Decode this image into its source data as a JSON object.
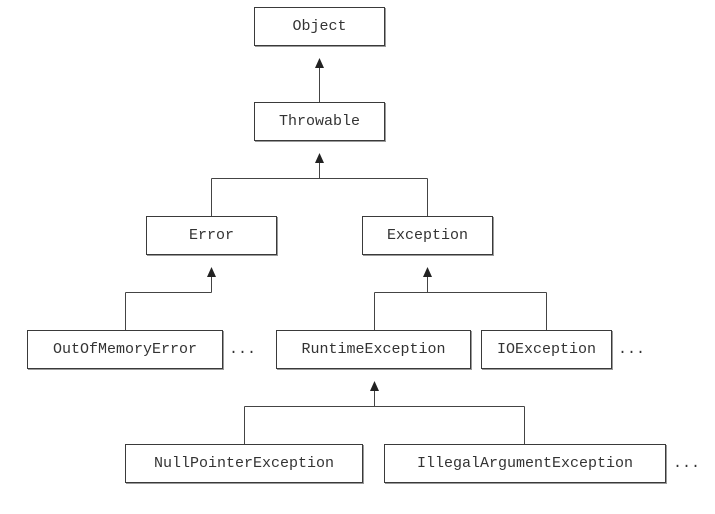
{
  "nodes": {
    "object": "Object",
    "throwable": "Throwable",
    "error": "Error",
    "exception": "Exception",
    "out_of_memory_error": "OutOfMemoryError",
    "runtime_exception": "RuntimeException",
    "io_exception": "IOException",
    "null_pointer_exception": "NullPointerException",
    "illegal_argument_exception": "IllegalArgumentException"
  },
  "ellipses": {
    "after_out_of_memory_error": "...",
    "after_io_exception": "...",
    "after_illegal_argument_exception": "..."
  }
}
